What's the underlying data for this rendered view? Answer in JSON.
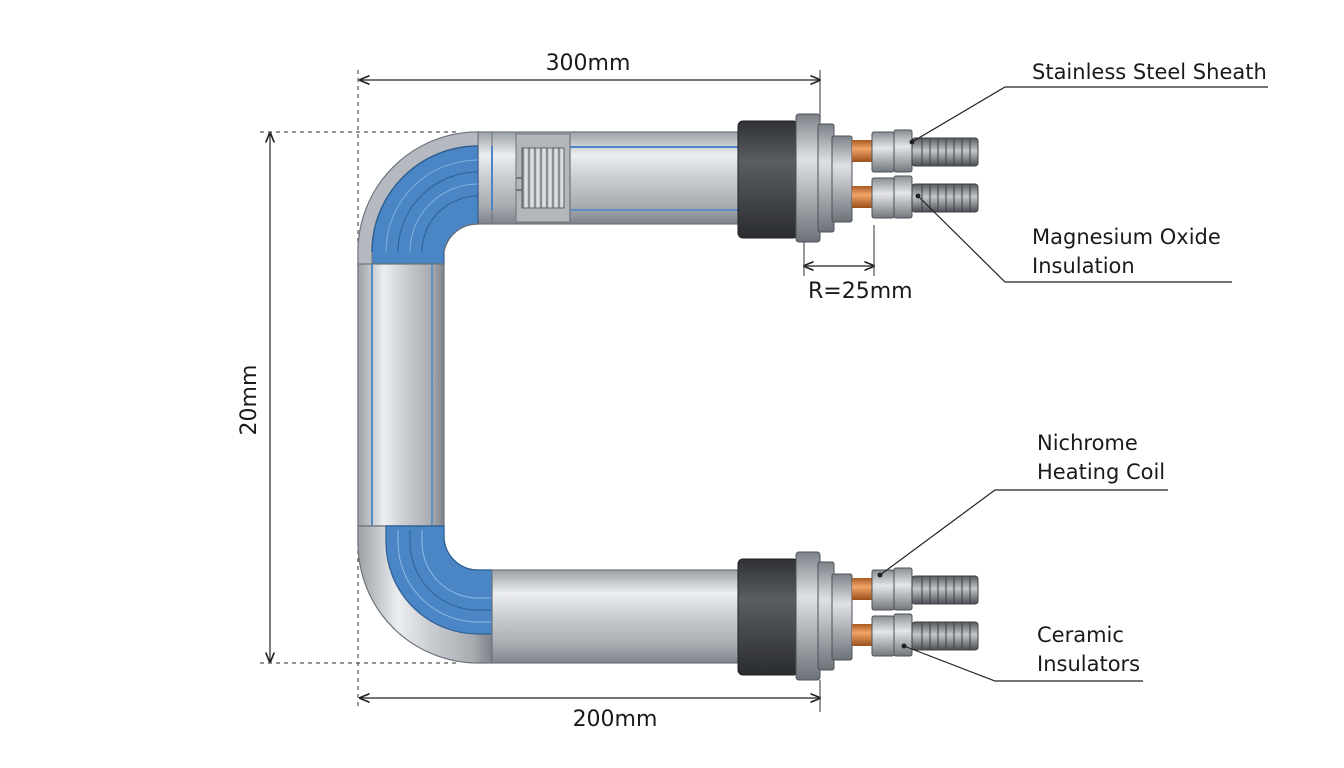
{
  "diagram": {
    "dimensions": {
      "top_length": "300mm",
      "bottom_length": "200mm",
      "height": "20mm",
      "bend_radius": "R=25mm"
    },
    "callouts": {
      "sheath": "Stainless Steel Sheath",
      "mgo_line1": "Magnesium Oxide",
      "mgo_line2": "Insulation",
      "coil_line1": "Nichrome",
      "coil_line2": "Heating Coil",
      "ceramic_line1": "Ceramic",
      "ceramic_line2": "Insulators"
    },
    "colors": {
      "steel_light": "#e6e8ea",
      "steel_mid": "#b8bcc1",
      "steel_dark": "#8e9399",
      "insulation_blue": "#4a86c5",
      "rubber_cap": "#4a4c50",
      "copper": "#d9833f",
      "line": "#222222"
    }
  }
}
